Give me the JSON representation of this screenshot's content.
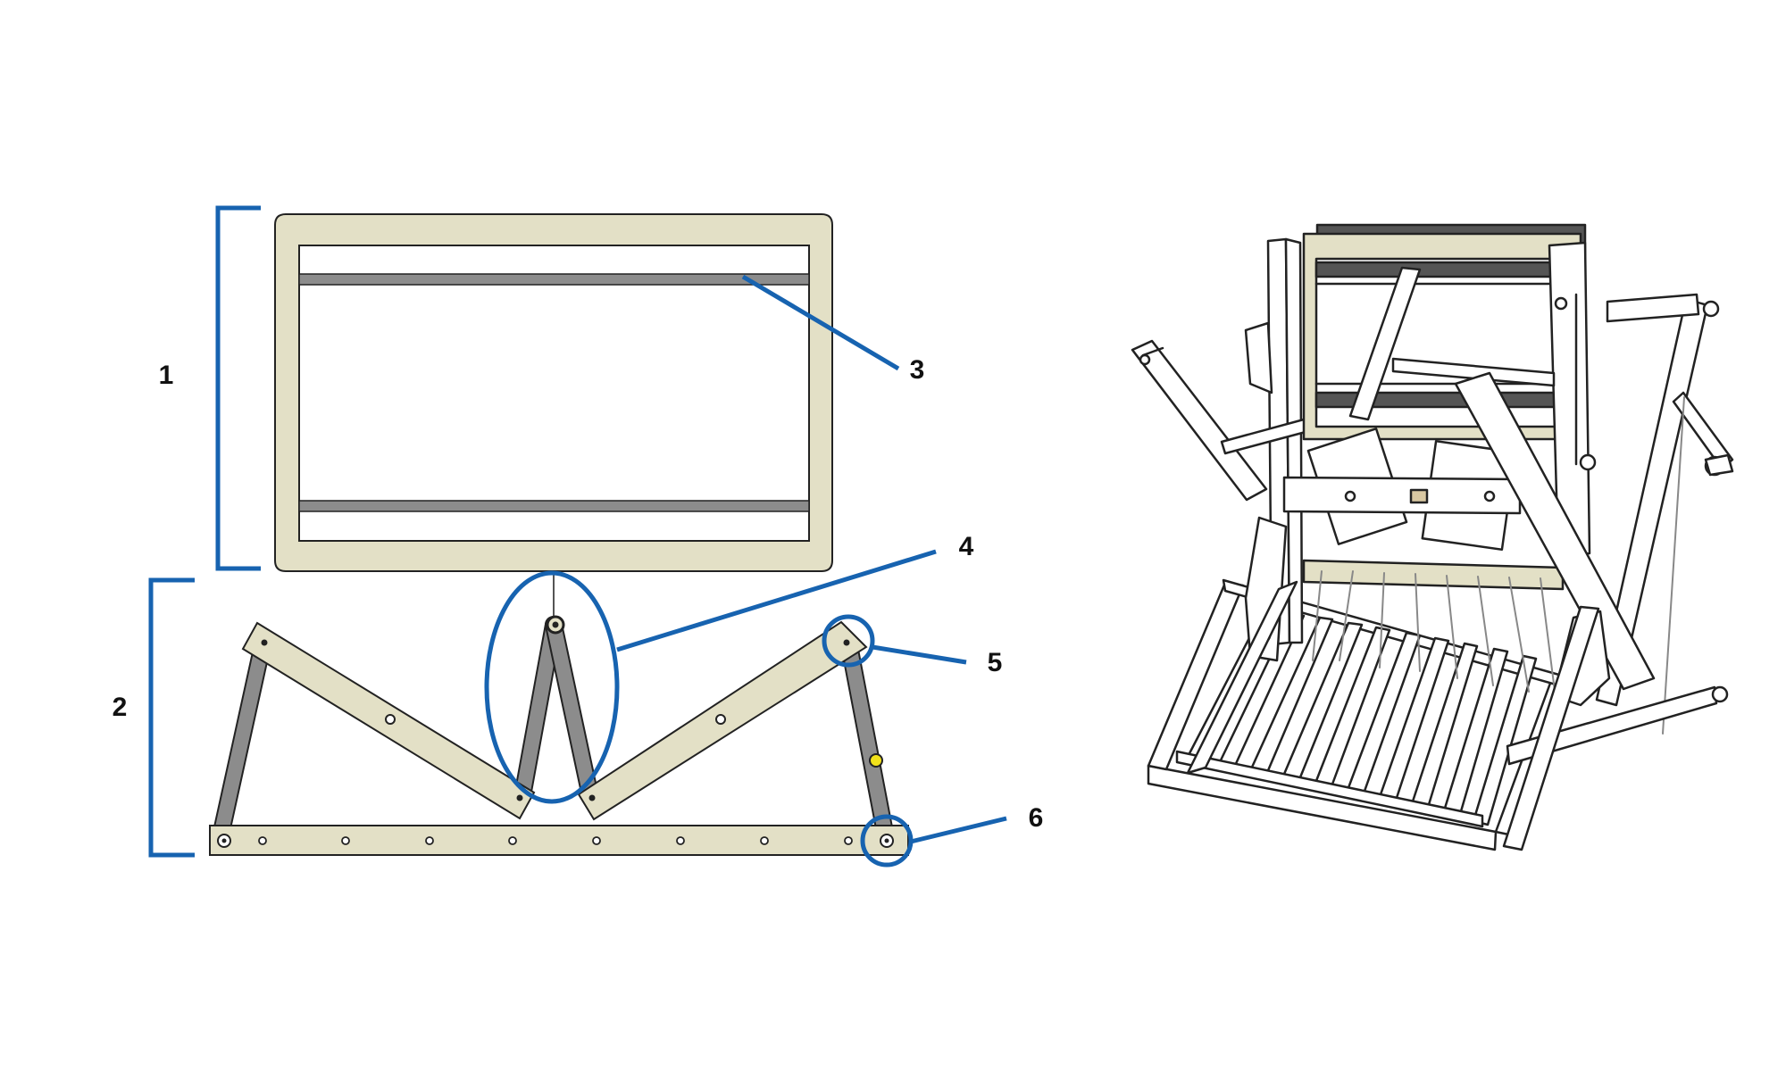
{
  "colors": {
    "wood": "#e3e0c6",
    "outline": "#222222",
    "bar": "#8c8c8c",
    "annotation": "#1763b0",
    "accent_pin": "#f2e21a"
  },
  "callouts": {
    "c1": "1",
    "c2": "2",
    "c3": "3",
    "c4": "4",
    "c5": "5",
    "c6": "6"
  }
}
